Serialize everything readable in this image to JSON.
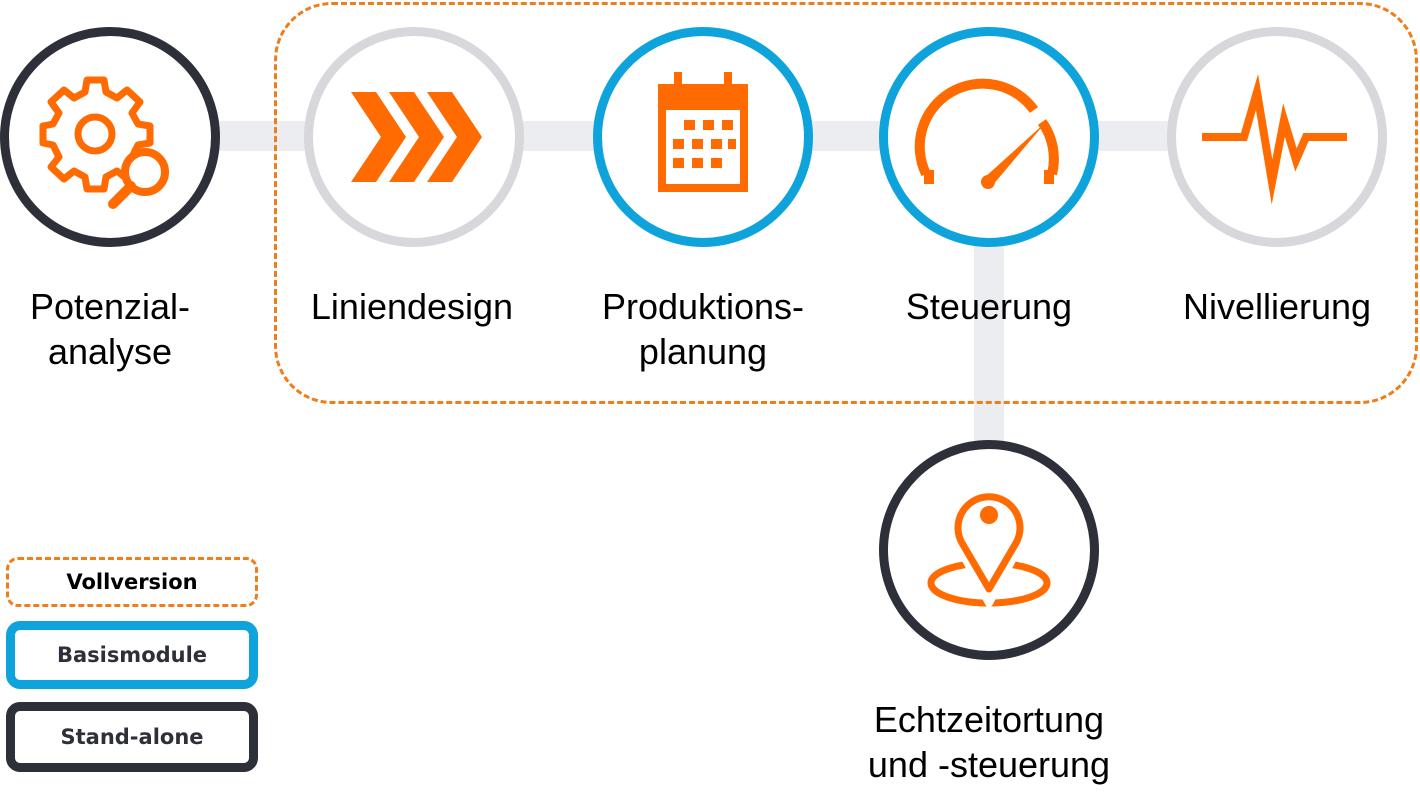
{
  "colors": {
    "accent": "#ff6b00",
    "standalone_ring": "#2e3039",
    "basis_ring": "#0fa3dc",
    "full_ring": "#d7d7dc",
    "full_frame": "#ef7d1a",
    "connector": "#ecedf0"
  },
  "nodes": [
    {
      "id": "potenzialanalyse",
      "label_lines": [
        "Potenzial-",
        "analyse"
      ],
      "icon": "gear-magnifier-icon",
      "module": "standalone"
    },
    {
      "id": "liniendesign",
      "label_lines": [
        "Liniendesign"
      ],
      "icon": "triple-chevron-icon",
      "module": "full"
    },
    {
      "id": "produktionsplanung",
      "label_lines": [
        "Produktions-",
        "planung"
      ],
      "icon": "calendar-icon",
      "module": "basis"
    },
    {
      "id": "steuerung",
      "label_lines": [
        "Steuerung"
      ],
      "icon": "speedometer-icon",
      "module": "basis"
    },
    {
      "id": "nivellierung",
      "label_lines": [
        "Nivellierung"
      ],
      "icon": "pulse-icon",
      "module": "full"
    },
    {
      "id": "echtzeitortung",
      "label_lines": [
        "Echtzeitortung",
        "und -steuerung"
      ],
      "icon": "location-pin-icon",
      "module": "standalone"
    }
  ],
  "edges": [
    {
      "from": "potenzialanalyse",
      "to": "liniendesign"
    },
    {
      "from": "liniendesign",
      "to": "produktionsplanung"
    },
    {
      "from": "produktionsplanung",
      "to": "steuerung"
    },
    {
      "from": "steuerung",
      "to": "nivellierung"
    },
    {
      "from": "steuerung",
      "to": "echtzeitortung"
    }
  ],
  "groups": [
    {
      "id": "vollversion",
      "members": [
        "liniendesign",
        "produktionsplanung",
        "steuerung",
        "nivellierung"
      ]
    }
  ],
  "legend": {
    "vollversion": "Vollversion",
    "basismodule": "Basismodule",
    "standalone": "Stand-alone"
  }
}
